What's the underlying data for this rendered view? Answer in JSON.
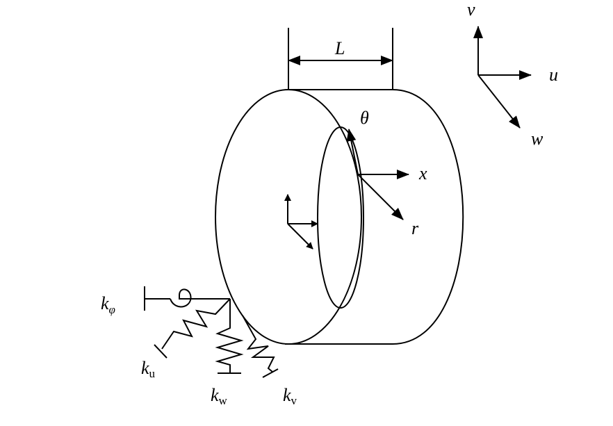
{
  "labels": {
    "length": "L",
    "theta": "θ",
    "x": "x",
    "r": "r",
    "v": "v",
    "u": "u",
    "w": "w",
    "k_phi": {
      "base": "k",
      "sub": "φ"
    },
    "k_u": {
      "base": "k",
      "sub": "u"
    },
    "k_w": {
      "base": "k",
      "sub": "w"
    },
    "k_v": {
      "base": "k",
      "sub": "v"
    }
  }
}
